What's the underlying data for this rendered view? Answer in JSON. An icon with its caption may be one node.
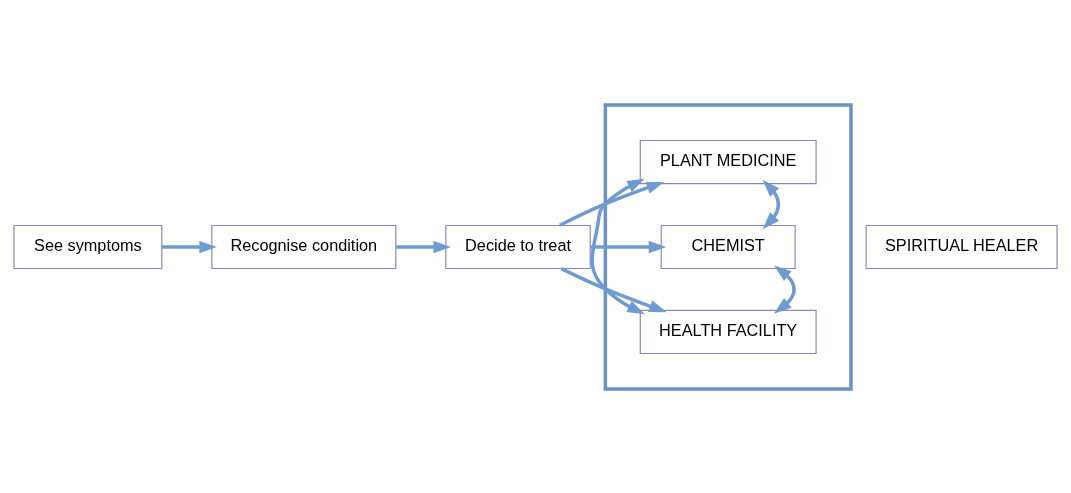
{
  "diagram": {
    "nodes": [
      {
        "text": [
          "See symptoms"
        ]
      },
      {
        "text": [
          "Recognise condition"
        ]
      },
      {
        "text": [
          "Decide to treat"
        ]
      },
      {
        "text": [],
        "shape": "box"
      },
      {
        "text": [
          "PLANT MEDICINE"
        ],
        "in": 3
      },
      {
        "text": [
          "CHEMIST"
        ],
        "in": 3
      },
      {
        "text": [
          "HEALTH FACILITY"
        ],
        "in": 3
      },
      {
        "text": [
          "SPIRITUAL HEALER"
        ]
      }
    ],
    "edges": [
      {
        "from": 0,
        "to": 1,
        "arrow": "to"
      },
      {
        "from": 1,
        "to": 2,
        "arrow": "to"
      },
      {
        "from": 2,
        "to": 4,
        "arrow": "to"
      },
      {
        "from": 2,
        "to": 5,
        "arrow": "to"
      },
      {
        "from": 2,
        "to": 6,
        "arrow": "to"
      },
      {
        "from": 4,
        "to": 5,
        "arrow": "both"
      },
      {
        "from": 5,
        "to": 6,
        "arrow": "both"
      },
      {
        "from": 4,
        "to": 6,
        "arrow": "both"
      }
    ]
  }
}
